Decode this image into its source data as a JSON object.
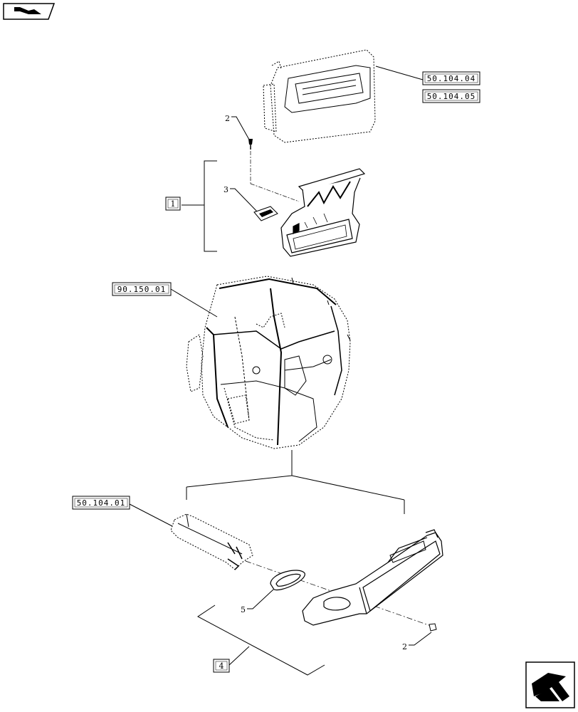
{
  "nav": {
    "prev_icon": "page-back-arrow-icon",
    "next_icon": "page-forward-arrow-icon"
  },
  "refs": {
    "r1": "50.104.04",
    "r2": "50.104.05",
    "r3": "90.150.01",
    "r4": "50.104.01"
  },
  "callouts": {
    "c2_top": "2",
    "c3": "3",
    "c1": "1",
    "c5": "5",
    "c2_bottom": "2",
    "c4": "4"
  }
}
